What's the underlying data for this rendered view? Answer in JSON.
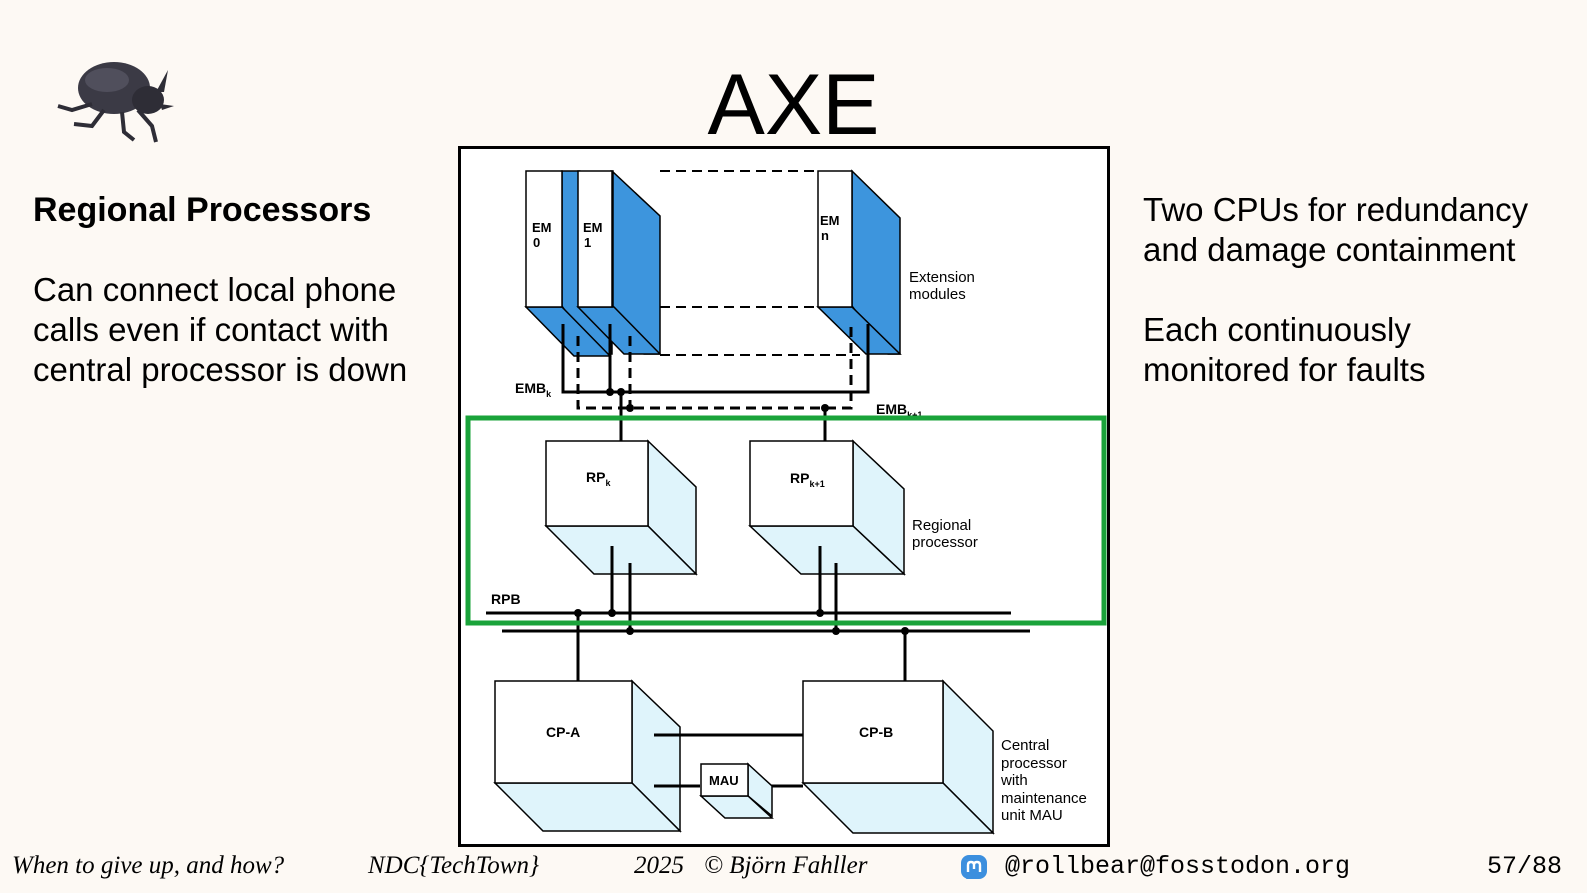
{
  "slide": {
    "title": "AXE",
    "left": {
      "heading": "Regional Processors",
      "paragraph": "Can connect local phone calls even if contact with central processor is down"
    },
    "right": {
      "paragraphs": [
        "Two CPUs for redundancy and damage containment",
        "Each continuously monitored for faults"
      ]
    }
  },
  "diagram": {
    "em_modules": [
      {
        "line1": "EM",
        "line2": "0"
      },
      {
        "line1": "EM",
        "line2": "1"
      },
      {
        "line1": "EM",
        "line2": "n"
      }
    ],
    "extension_label": [
      "Extension",
      "modules"
    ],
    "emb_k": {
      "main": "EMB",
      "sub": "k"
    },
    "emb_k1": {
      "main": "EMB",
      "sub": "k+1"
    },
    "rp_k": {
      "main": "RP",
      "sub": "k"
    },
    "rp_k1": {
      "main": "RP",
      "sub": "k+1"
    },
    "regional_label": [
      "Regional",
      "processor"
    ],
    "rpb_label": "RPB",
    "cp_a": "CP-A",
    "cp_b": "CP-B",
    "mau": "MAU",
    "central_label": [
      "Central",
      "processor",
      "with",
      "maintenance",
      "unit MAU"
    ],
    "highlight_color": "#1aa33a",
    "module_color": "#3d95dd"
  },
  "footer": {
    "talk": "When to give up, and how?",
    "conference": "NDC{TechTown}",
    "year": "2025",
    "copyright": "© Björn Fahller",
    "mastodon_icon": "mastodon-icon",
    "handle": "@rollbear@fosstodon.org",
    "page": "57/88"
  }
}
